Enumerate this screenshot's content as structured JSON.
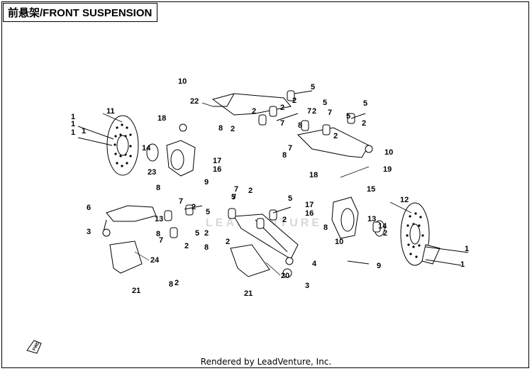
{
  "title": "前悬架/FRONT SUSPENSION",
  "footer": "Rendered by LeadVenture, Inc.",
  "watermark": "LEADVENTURE",
  "fwd_icon": "fwd-arrow-icon",
  "callouts": [
    {
      "n": "1"
    },
    {
      "n": "1"
    },
    {
      "n": "1"
    },
    {
      "n": "2"
    },
    {
      "n": "2"
    },
    {
      "n": "2"
    },
    {
      "n": "2"
    },
    {
      "n": "2"
    },
    {
      "n": "2"
    },
    {
      "n": "2"
    },
    {
      "n": "2"
    },
    {
      "n": "2"
    },
    {
      "n": "2"
    },
    {
      "n": "2"
    },
    {
      "n": "2"
    },
    {
      "n": "2"
    },
    {
      "n": "2"
    },
    {
      "n": "3"
    },
    {
      "n": "3"
    },
    {
      "n": "4"
    },
    {
      "n": "5"
    },
    {
      "n": "5"
    },
    {
      "n": "5"
    },
    {
      "n": "5"
    },
    {
      "n": "5"
    },
    {
      "n": "5"
    },
    {
      "n": "5"
    },
    {
      "n": "5"
    },
    {
      "n": "6"
    },
    {
      "n": "7"
    },
    {
      "n": "7"
    },
    {
      "n": "7"
    },
    {
      "n": "7"
    },
    {
      "n": "7"
    },
    {
      "n": "7"
    },
    {
      "n": "7"
    },
    {
      "n": "8"
    },
    {
      "n": "8"
    },
    {
      "n": "8"
    },
    {
      "n": "8"
    },
    {
      "n": "8"
    },
    {
      "n": "8"
    },
    {
      "n": "8"
    },
    {
      "n": "8"
    },
    {
      "n": "9"
    },
    {
      "n": "9"
    },
    {
      "n": "10"
    },
    {
      "n": "10"
    },
    {
      "n": "10"
    },
    {
      "n": "11"
    },
    {
      "n": "12"
    },
    {
      "n": "13"
    },
    {
      "n": "13"
    },
    {
      "n": "14"
    },
    {
      "n": "14"
    },
    {
      "n": "15"
    },
    {
      "n": "16"
    },
    {
      "n": "16"
    },
    {
      "n": "17"
    },
    {
      "n": "17"
    },
    {
      "n": "18"
    },
    {
      "n": "18"
    },
    {
      "n": "19"
    },
    {
      "n": "20"
    },
    {
      "n": "21"
    },
    {
      "n": "21"
    },
    {
      "n": "22"
    },
    {
      "n": "23"
    },
    {
      "n": "24"
    },
    {
      "n": "1"
    },
    {
      "n": "1"
    },
    {
      "n": "1"
    },
    {
      "n": "2"
    },
    {
      "n": "7"
    }
  ]
}
